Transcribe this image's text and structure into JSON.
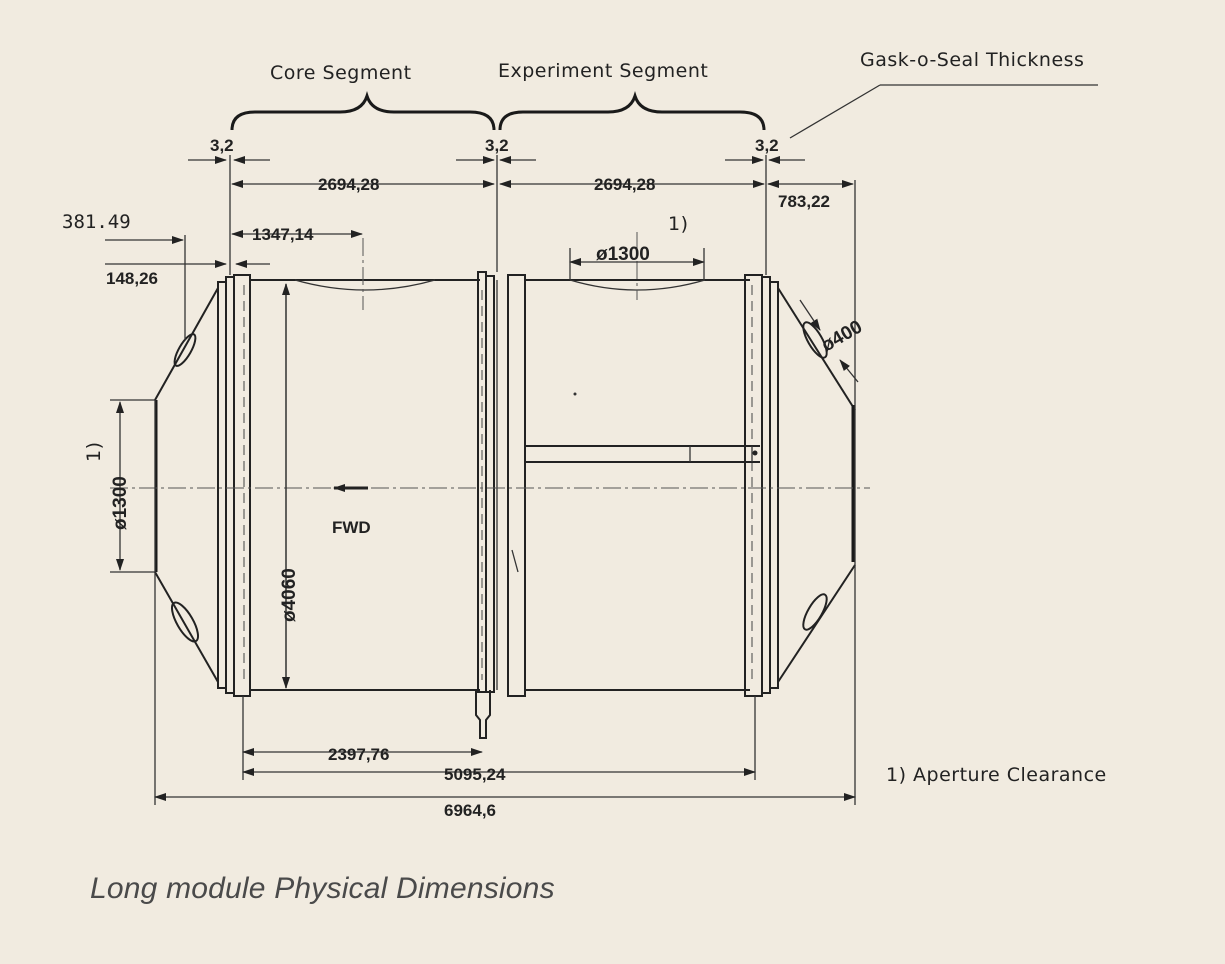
{
  "labels": {
    "core_segment": "Core Segment",
    "experiment_segment": "Experiment Segment",
    "gasket": "Gask-o-Seal Thickness",
    "fwd": "FWD",
    "note_marker_top": "1)",
    "note_marker_left": "1)",
    "note": "1) Aperture Clearance"
  },
  "dimensions": {
    "gap_left": "3,2",
    "gap_mid": "3,2",
    "gap_right": "3,2",
    "core_length": "2694,28",
    "experiment_length": "2694,28",
    "right_cone": "783,22",
    "left_cone": "381.49",
    "left_ring": "148,26",
    "core_half": "1347,14",
    "aperture_top": "ø1300",
    "aperture_left": "ø1300",
    "port": "ø400",
    "diameter": "ø4060",
    "dim_2397": "2397,76",
    "dim_5095": "5095,24",
    "dim_6964": "6964,6"
  },
  "caption": "Long module Physical Dimensions"
}
